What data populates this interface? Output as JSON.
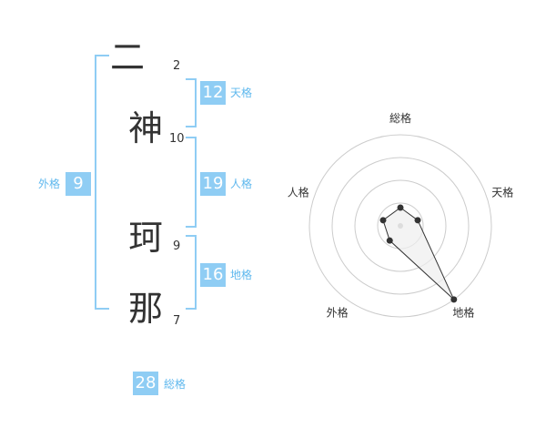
{
  "name_characters": [
    {
      "char": "二",
      "strokes": "2"
    },
    {
      "char": "神",
      "strokes": "10"
    },
    {
      "char": "珂",
      "strokes": "9"
    },
    {
      "char": "那",
      "strokes": "7"
    }
  ],
  "fortunes": {
    "tenkaku": {
      "value": "12",
      "label": "天格"
    },
    "jinkaku": {
      "value": "19",
      "label": "人格"
    },
    "chikaku": {
      "value": "16",
      "label": "地格"
    },
    "gaikaku": {
      "value": "9",
      "label": "外格"
    },
    "soukaku": {
      "value": "28",
      "label": "総格"
    }
  },
  "radar": {
    "labels": [
      "総格",
      "天格",
      "地格",
      "外格",
      "人格"
    ],
    "levels": 4,
    "values": [
      0.2,
      0.2,
      1.0,
      0.2,
      0.2
    ],
    "line_color": "#333333",
    "fill_color": "#eeeeee",
    "ring_color": "#cccccc"
  },
  "accent_color": "#8fcdf4"
}
